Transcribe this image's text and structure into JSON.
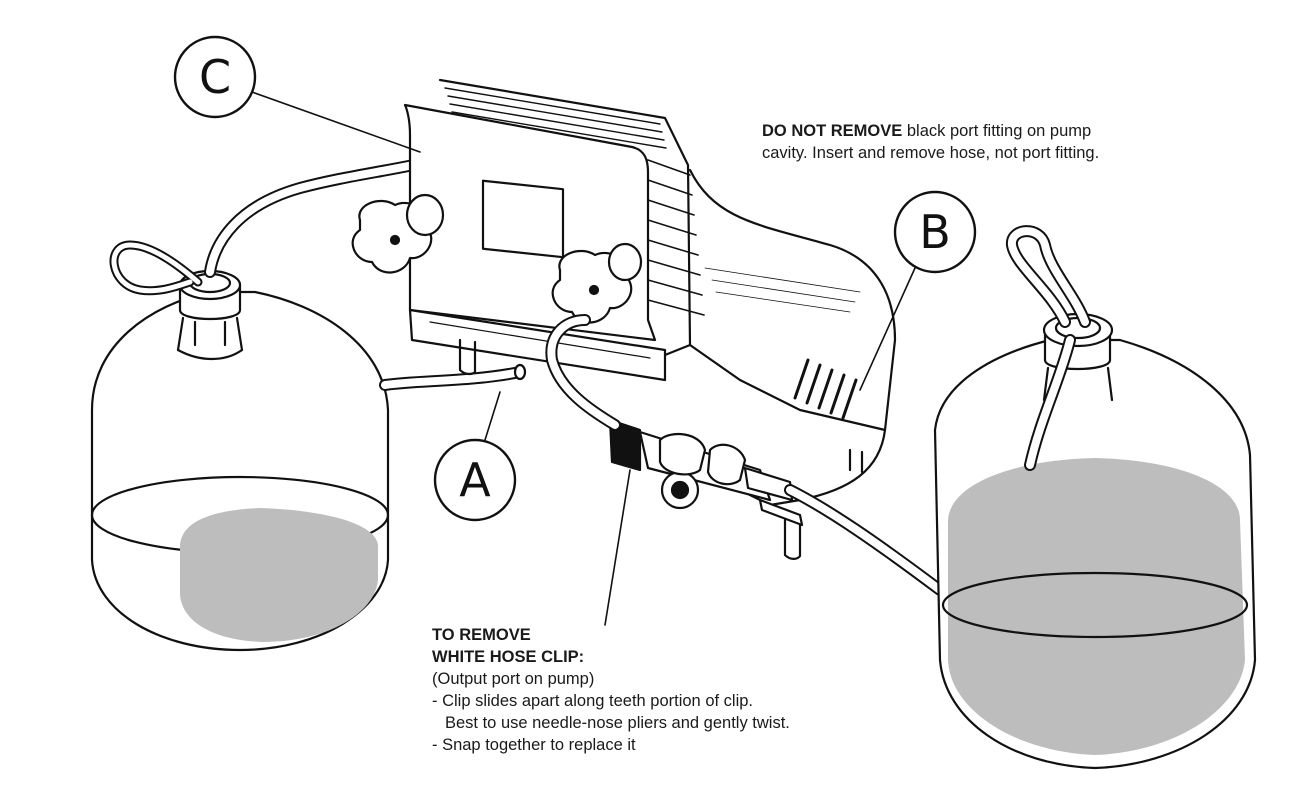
{
  "callouts": {
    "a": "A",
    "b": "B",
    "c": "C"
  },
  "note_b": {
    "bold": "DO NOT REMOVE",
    "line1_rest": " black port fitting on pump",
    "line2": "cavity. Insert and remove hose, not port fitting."
  },
  "note_clip": {
    "heading1": "TO REMOVE",
    "heading2": "WHITE HOSE CLIP:",
    "subheading": "(Output port on pump)",
    "bullet1": "-  Clip slides apart along teeth portion of clip.",
    "bullet1_cont": "Best to use needle-nose pliers and gently twist.",
    "bullet2": "-  Snap together to replace it"
  },
  "colors": {
    "ink": "#111111",
    "liquid": "#bdbdbd",
    "background": "#ffffff"
  }
}
